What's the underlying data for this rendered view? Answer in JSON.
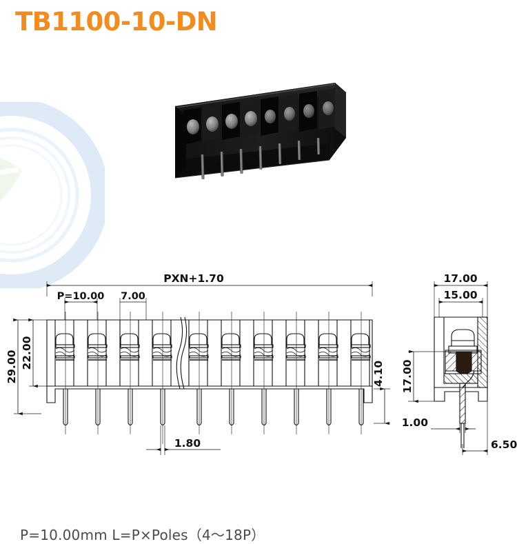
{
  "product": {
    "title": "TB1100-10-DN",
    "title_color": "#ef8d23"
  },
  "photo": {
    "alt_name": "barrier-terminal-block-photo",
    "body_color": "#141414",
    "poles_visible": 8
  },
  "caption": {
    "text": "P=10.00mm  L=P×Poles（4〜18P）"
  },
  "drawing": {
    "front_view": {
      "name": "front-view",
      "poles": 10,
      "break_line_after_pole": 4,
      "dimensions": {
        "overall_length": "PXN+1.70",
        "pitch": "P=10.00",
        "barrier_gap": "7.00",
        "total_height": "29.00",
        "body_height": "22.00",
        "pin_pitch_detail": "1.80",
        "pin_shoulder": "4.10"
      }
    },
    "side_view": {
      "name": "side-view",
      "dimensions": {
        "outer_width": "17.00",
        "inner_width": "15.00",
        "body_height": "17.00",
        "pin_thickness": "1.00",
        "pin_offset": "6.50"
      }
    }
  },
  "watermark": {
    "name": "company-watermark",
    "ring_color": "#c8dcf0",
    "leaf_color": "#d8e8d0"
  }
}
